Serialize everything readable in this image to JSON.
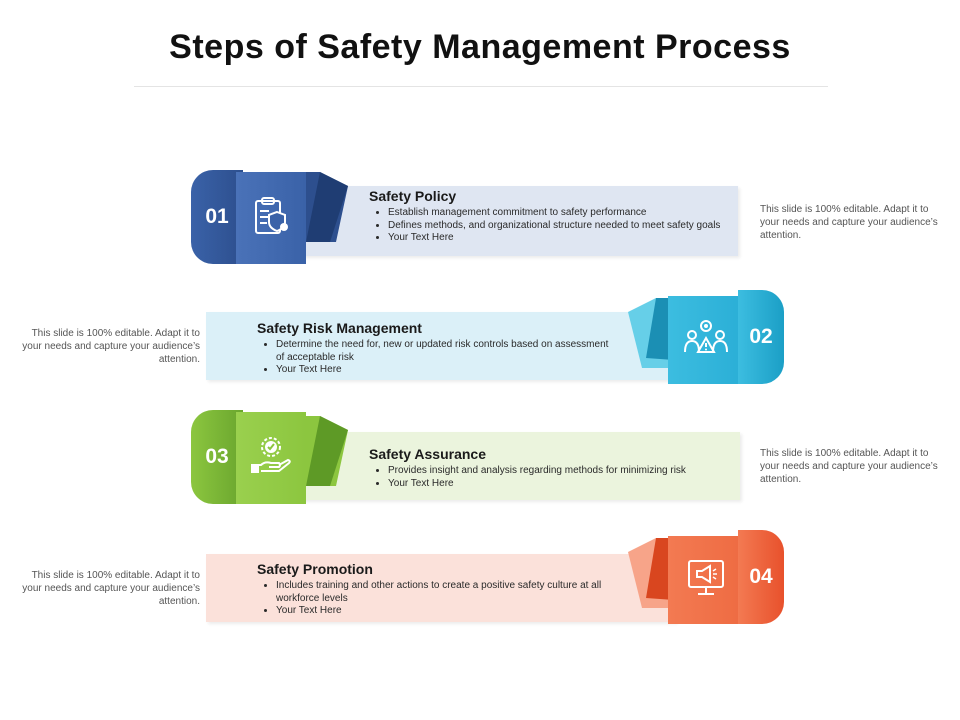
{
  "title": "Steps of Safety Management Process",
  "side_note": "This slide is 100% editable. Adapt it to your needs and capture your audience’s attention.",
  "colors": {
    "step1": {
      "dark": "#2d4f8e",
      "mid": "#3a62a8",
      "light": "#dfe6f2"
    },
    "step2": {
      "dark": "#1b9fc6",
      "mid": "#3cbde0",
      "light": "#dbf0f8"
    },
    "step3": {
      "dark": "#6aa62e",
      "mid": "#8cc63f",
      "light": "#ebf4dd"
    },
    "step4": {
      "dark": "#e8512c",
      "mid": "#f37a52",
      "light": "#fbe1da"
    }
  },
  "steps": [
    {
      "number": "01",
      "title": "Safety Policy",
      "icon": "clipboard-shield-icon",
      "bullets": [
        "Establish management commitment to safety performance",
        "Defines methods, and organizational structure needed to meet safety goals",
        "Your Text Here"
      ]
    },
    {
      "number": "02",
      "title": "Safety Risk Management",
      "icon": "team-risk-icon",
      "bullets": [
        "Determine the need for, new or updated risk controls based on assessment of acceptable risk",
        "Your Text Here"
      ]
    },
    {
      "number": "03",
      "title": "Safety Assurance",
      "icon": "hand-badge-icon",
      "bullets": [
        "Provides insight and analysis regarding methods for minimizing risk",
        "Your Text Here"
      ]
    },
    {
      "number": "04",
      "title": "Safety Promotion",
      "icon": "monitor-megaphone-icon",
      "bullets": [
        "Includes training and other actions to create a positive safety culture at all workforce levels",
        "Your Text Here"
      ]
    }
  ]
}
